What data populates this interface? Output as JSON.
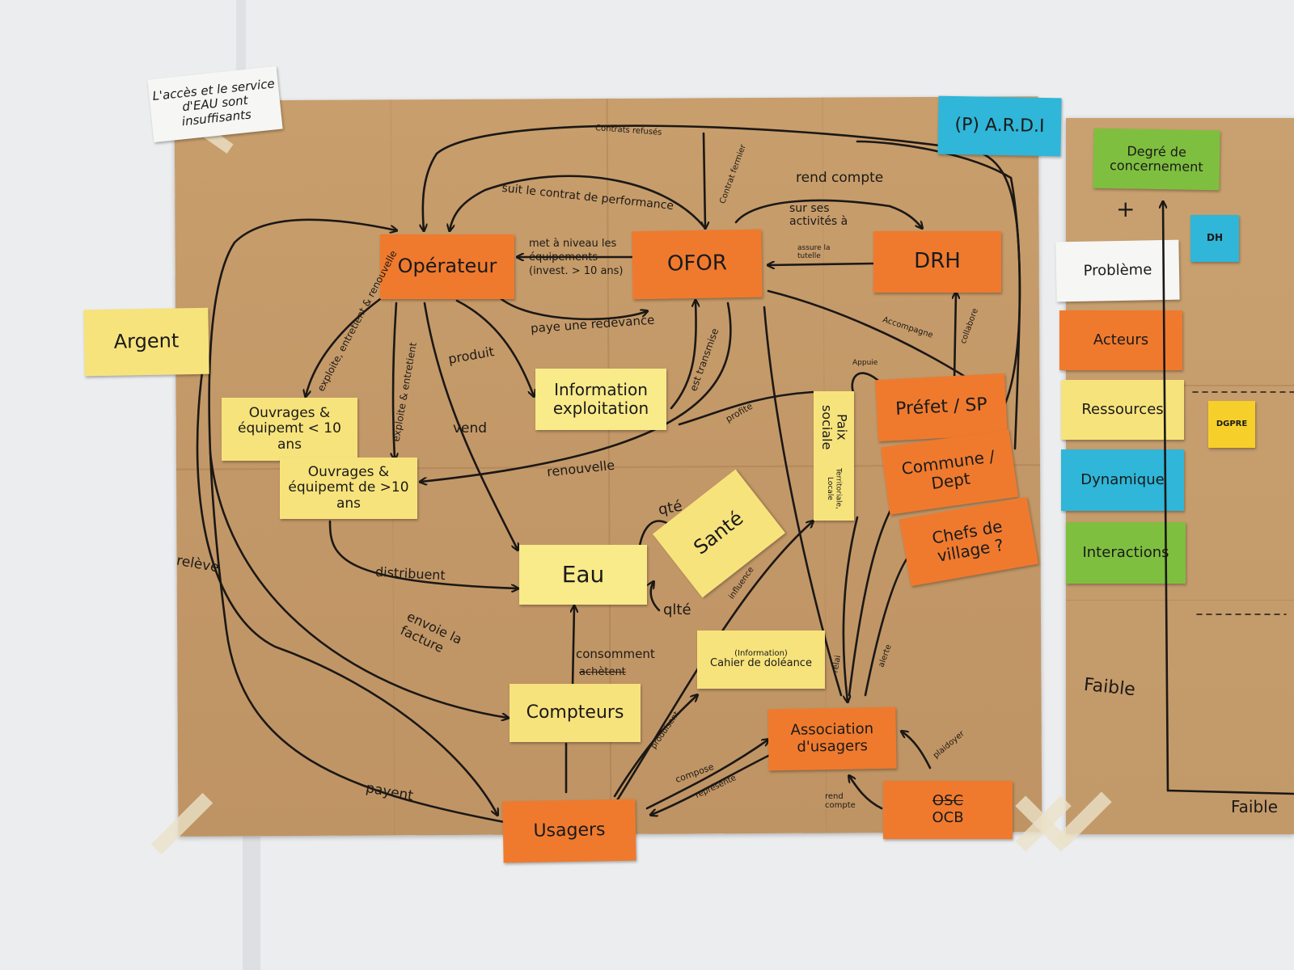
{
  "header_note": "L'accès et le service d'EAU sont insuffisants",
  "pardi": "(P) A.R.D.I",
  "nodes": {
    "operateur": "Opérateur",
    "ofor": "OFOR",
    "drh": "DRH",
    "argent": "Argent",
    "info": "Information exploitation",
    "ouvrages_small": "Ouvrages & équipemt < 10 ans",
    "ouvrages_big": "Ouvrages & équipemt de >10 ans",
    "eau": "Eau",
    "sante": "Santé",
    "paix": "Paix sociale",
    "paix_sub": "Territoriale, Locale",
    "prefet": "Préfet / SP",
    "commune": "Commune / Dept",
    "chefs": "Chefs de village ?",
    "compteurs": "Compteurs",
    "cahier_top": "(Information)",
    "cahier": "Cahier de doléance",
    "association": "Association d'usagers",
    "usagers": "Usagers",
    "osc": "OSC",
    "ocb": "OCB"
  },
  "edge_labels": {
    "contrats": "Contrats refusés",
    "suit": "suit le contrat de performance",
    "rend_compte": "rend compte",
    "sur_ses": "sur ses activités à",
    "assure": "assure la tutelle",
    "met": "met à niveau les équipements (invest. > 10 ans)",
    "paye": "paye une redevance",
    "exploite1": "exploite, entretient & renouvelle",
    "exploite2": "exploite & entretient",
    "produit": "produit",
    "vend": "vend",
    "est_transmise": "est transmise",
    "renouvelle": "renouvelle",
    "profite": "profite",
    "accompagne": "Accompagne",
    "collabore": "collabore",
    "appuie": "Appuie",
    "contrat_fermier": "Contrat fermier",
    "qte": "qté",
    "qlte": "qlté",
    "distribuent": "distribuent",
    "releve": "relève",
    "envoie": "envoie la facture",
    "consomment": "consomment",
    "achetent": "achètent",
    "influence": "influence",
    "produisent": "produisent",
    "compose": "compose",
    "represente": "représente",
    "plaidoyer": "plaidoyer",
    "rend_compte2": "rend compte",
    "payent": "payent",
    "relai": "relai",
    "alerte": "alerte"
  },
  "legend": {
    "degre": "Degré de concernement",
    "plus": "+",
    "dh": "DH",
    "probleme": "Problème",
    "acteurs": "Acteurs",
    "ressources": "Ressources",
    "dynamique": "Dynamique",
    "interactions": "Interactions",
    "dgprh": "DGPRE",
    "faible_y": "Faible",
    "faible_x": "Faible"
  },
  "colors": {
    "orange": "#ef7a2e",
    "yellow": "#f7e37c",
    "blue": "#2fb6d8",
    "green": "#7fbf3f",
    "kraft": "#c59b68"
  }
}
